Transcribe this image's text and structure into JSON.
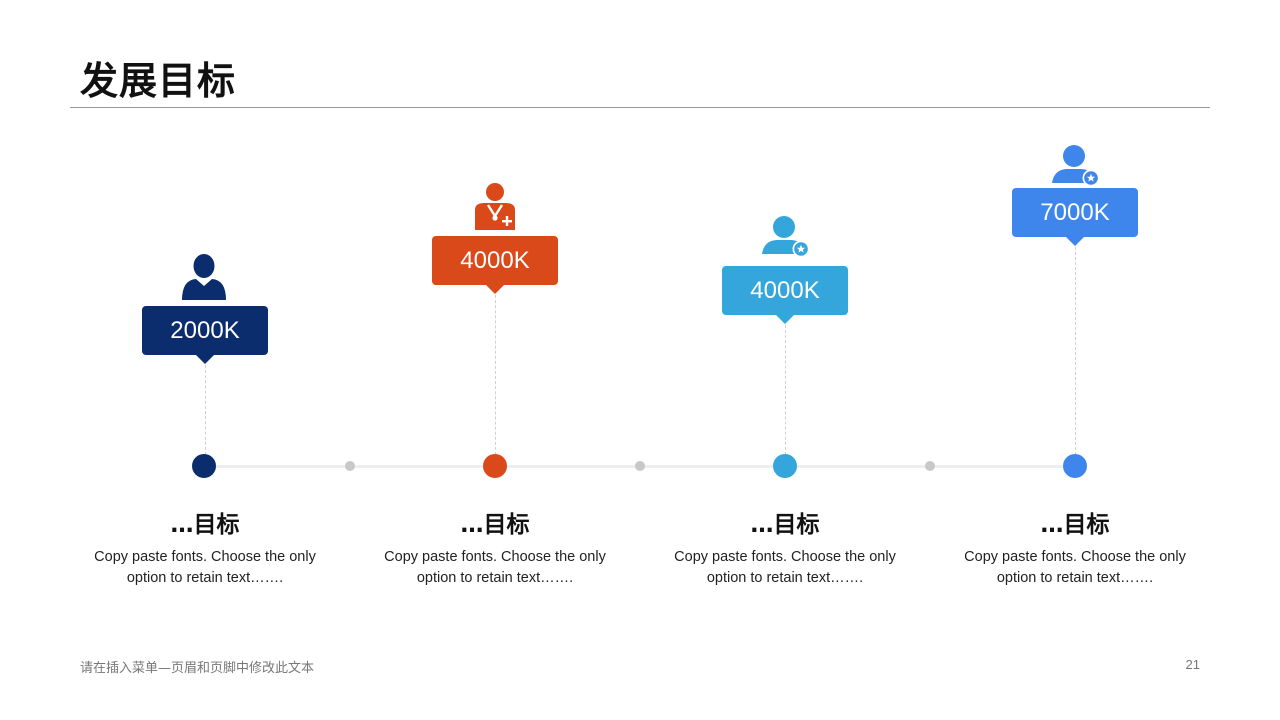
{
  "title": "发展目标",
  "colors": {
    "navy": "#0b2d6e",
    "orange": "#d9491a",
    "sky": "#34a6db",
    "blue": "#3f86ec"
  },
  "milestones": [
    {
      "value": "2000K",
      "heading": "…目标",
      "description_line1": "Copy paste fonts. Choose the only",
      "description_line2": "option to retain text…….",
      "icon": "person-icon"
    },
    {
      "value": "4000K",
      "heading": "…目标",
      "description_line1": "Copy paste fonts. Choose the only",
      "description_line2": "option to retain text…….",
      "icon": "doctor-icon"
    },
    {
      "value": "4000K",
      "heading": "…目标",
      "description_line1": "Copy paste fonts. Choose the only",
      "description_line2": "option to retain text…….",
      "icon": "user-star-icon"
    },
    {
      "value": "7000K",
      "heading": "…目标",
      "description_line1": "Copy paste fonts. Choose the only",
      "description_line2": "option to retain text…….",
      "icon": "user-star-icon"
    }
  ],
  "footer": {
    "text": "请在插入菜单—页眉和页脚中修改此文本",
    "page_number": "21"
  }
}
